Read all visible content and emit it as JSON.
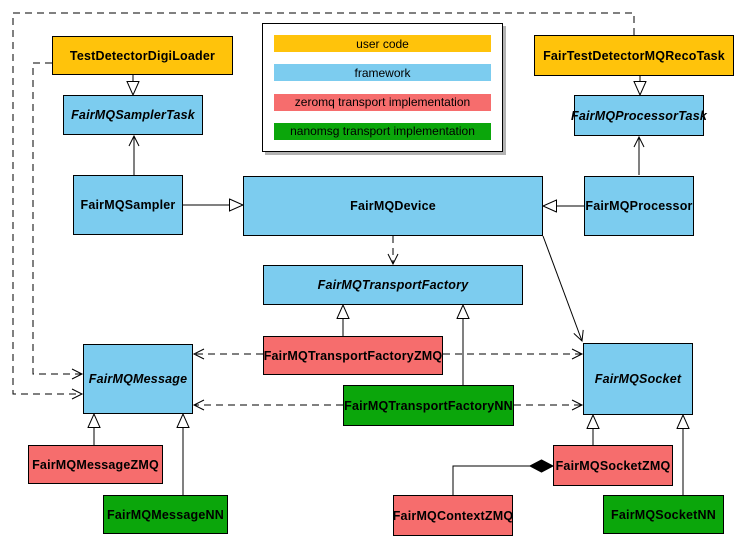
{
  "diagram_kind": "uml-class-diagram",
  "colors": {
    "user code": "#FFC30B",
    "framework": "#7CCCEF",
    "zeromq": "#F66D6D",
    "nanomsg": "#0BA60B",
    "line": "#000000",
    "background": "#FFFFFF"
  },
  "legend": {
    "items": [
      {
        "label": "user code",
        "color": "#FFC30B"
      },
      {
        "label": "framework",
        "color": "#7CCCEF"
      },
      {
        "label": "zeromq transport implementation",
        "color": "#F66D6D"
      },
      {
        "label": "nanomsg transport implementation",
        "color": "#0BA60B"
      }
    ]
  },
  "nodes": {
    "test_detector_digi_loader": {
      "label": "TestDetectorDigiLoader",
      "category": "user code",
      "abstract": false
    },
    "fair_test_detector_mq_reco_task": {
      "label": "FairTestDetectorMQRecoTask",
      "category": "user code",
      "abstract": false
    },
    "sampler_task": {
      "label": "FairMQSamplerTask",
      "category": "framework",
      "abstract": true
    },
    "processor_task": {
      "label": "FairMQProcessorTask",
      "category": "framework",
      "abstract": true
    },
    "sampler": {
      "label": "FairMQSampler",
      "category": "framework",
      "abstract": false
    },
    "device": {
      "label": "FairMQDevice",
      "category": "framework",
      "abstract": false
    },
    "processor": {
      "label": "FairMQProcessor",
      "category": "framework",
      "abstract": false
    },
    "transport_factory": {
      "label": "FairMQTransportFactory",
      "category": "framework",
      "abstract": true
    },
    "transport_factory_zmq": {
      "label": "FairMQTransportFactoryZMQ",
      "category": "zeromq",
      "abstract": false
    },
    "transport_factory_nn": {
      "label": "FairMQTransportFactoryNN",
      "category": "nanomsg",
      "abstract": false
    },
    "message": {
      "label": "FairMQMessage",
      "category": "framework",
      "abstract": true
    },
    "socket": {
      "label": "FairMQSocket",
      "category": "framework",
      "abstract": true
    },
    "message_zmq": {
      "label": "FairMQMessageZMQ",
      "category": "zeromq",
      "abstract": false
    },
    "message_nn": {
      "label": "FairMQMessageNN",
      "category": "nanomsg",
      "abstract": false
    },
    "context_zmq": {
      "label": "FairMQContextZMQ",
      "category": "zeromq",
      "abstract": false
    },
    "socket_zmq": {
      "label": "FairMQSocketZMQ",
      "category": "zeromq",
      "abstract": false
    },
    "socket_nn": {
      "label": "FairMQSocketNN",
      "category": "nanomsg",
      "abstract": false
    }
  },
  "edges": [
    {
      "from": "TestDetectorDigiLoader",
      "to": "FairMQSamplerTask",
      "type": "inheritance"
    },
    {
      "from": "FairTestDetectorMQRecoTask",
      "to": "FairMQProcessorTask",
      "type": "inheritance"
    },
    {
      "from": "FairMQSampler",
      "to": "FairMQDevice",
      "type": "inheritance"
    },
    {
      "from": "FairMQProcessor",
      "to": "FairMQDevice",
      "type": "inheritance"
    },
    {
      "from": "FairMQSampler",
      "to": "FairMQSamplerTask",
      "type": "association"
    },
    {
      "from": "FairMQProcessor",
      "to": "FairMQProcessorTask",
      "type": "association"
    },
    {
      "from": "FairMQDevice",
      "to": "FairMQSocket",
      "type": "association"
    },
    {
      "from": "FairMQDevice",
      "to": "FairMQTransportFactory",
      "type": "dependency"
    },
    {
      "from": "FairMQTransportFactoryZMQ",
      "to": "FairMQTransportFactory",
      "type": "inheritance"
    },
    {
      "from": "FairMQTransportFactoryNN",
      "to": "FairMQTransportFactory",
      "type": "inheritance"
    },
    {
      "from": "FairMQTransportFactoryZMQ",
      "to": "FairMQMessage",
      "type": "dependency"
    },
    {
      "from": "FairMQTransportFactoryZMQ",
      "to": "FairMQSocket",
      "type": "dependency"
    },
    {
      "from": "FairMQTransportFactoryNN",
      "to": "FairMQMessage",
      "type": "dependency"
    },
    {
      "from": "FairMQTransportFactoryNN",
      "to": "FairMQSocket",
      "type": "dependency"
    },
    {
      "from": "TestDetectorDigiLoader",
      "to": "FairMQMessage",
      "type": "dependency"
    },
    {
      "from": "FairTestDetectorMQRecoTask",
      "to": "FairMQMessage",
      "type": "dependency"
    },
    {
      "from": "FairMQMessageZMQ",
      "to": "FairMQMessage",
      "type": "inheritance"
    },
    {
      "from": "FairMQMessageNN",
      "to": "FairMQMessage",
      "type": "inheritance"
    },
    {
      "from": "FairMQSocketZMQ",
      "to": "FairMQSocket",
      "type": "inheritance"
    },
    {
      "from": "FairMQSocketNN",
      "to": "FairMQSocket",
      "type": "inheritance"
    },
    {
      "from": "FairMQContextZMQ",
      "to": "FairMQSocketZMQ",
      "type": "composition"
    }
  ]
}
